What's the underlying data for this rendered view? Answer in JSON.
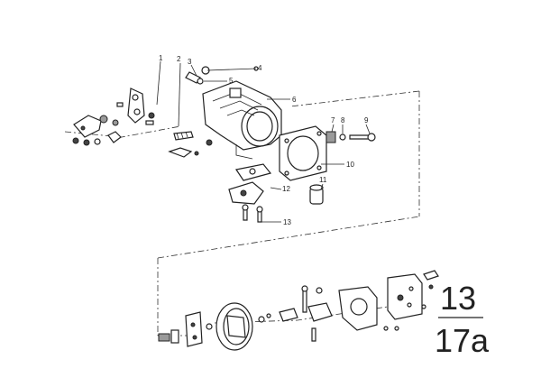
{
  "diagram": {
    "group_number": "13",
    "diagram_number": "17a",
    "callouts": [
      {
        "id": "c1",
        "label": "1"
      },
      {
        "id": "c2",
        "label": "2"
      },
      {
        "id": "c3",
        "label": "3"
      },
      {
        "id": "c4",
        "label": "4"
      },
      {
        "id": "c5",
        "label": "5"
      },
      {
        "id": "c6",
        "label": "6"
      },
      {
        "id": "c7",
        "label": "7"
      },
      {
        "id": "c8",
        "label": "8"
      },
      {
        "id": "c9",
        "label": "9"
      },
      {
        "id": "c10",
        "label": "10"
      },
      {
        "id": "c11",
        "label": "11"
      },
      {
        "id": "c12",
        "label": "12"
      },
      {
        "id": "c13",
        "label": "13"
      }
    ]
  }
}
